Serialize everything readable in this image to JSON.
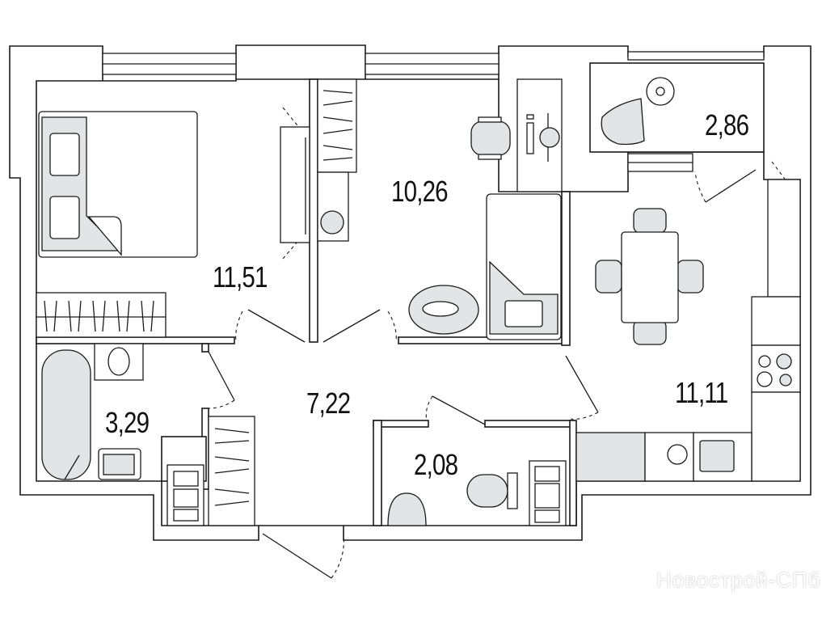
{
  "rooms": [
    {
      "name": "bedroom",
      "area": "11,51"
    },
    {
      "name": "kids-room",
      "area": "10,26"
    },
    {
      "name": "balcony",
      "area": "2,86"
    },
    {
      "name": "kitchen-living",
      "area": "11,11"
    },
    {
      "name": "hallway",
      "area": "7,22"
    },
    {
      "name": "bathroom",
      "area": "3,29"
    },
    {
      "name": "wc",
      "area": "2,08"
    }
  ],
  "watermark": "Новострой-СПб",
  "colors": {
    "line": "#1a1a1a",
    "furniture_fill": "#e3e4e6",
    "background": "#ffffff"
  }
}
